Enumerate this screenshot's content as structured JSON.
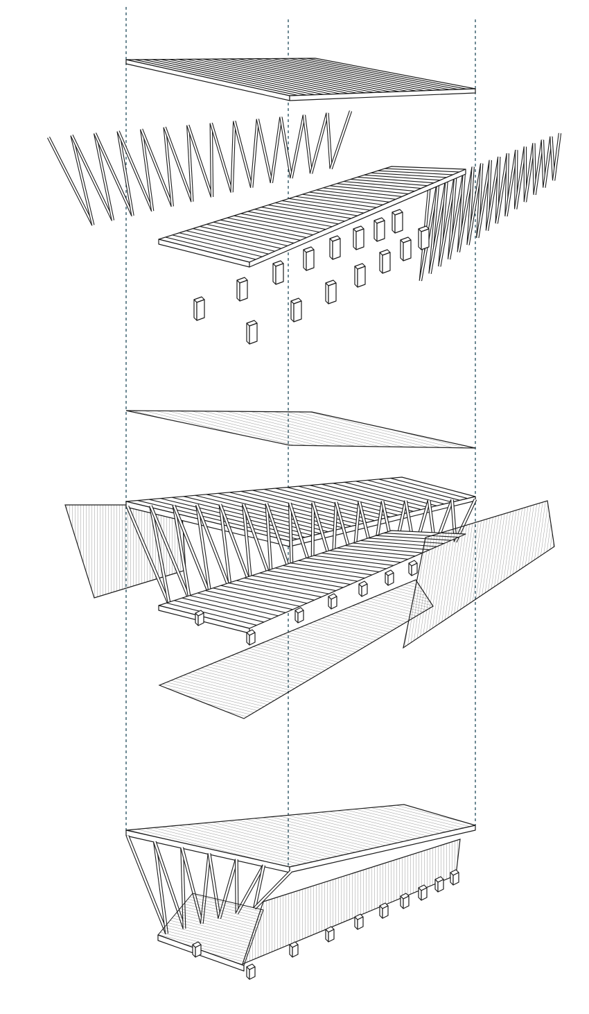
{
  "colors": {
    "line": "#1a1a1a",
    "guide": "#1f4a5a",
    "background": "#ffffff"
  },
  "diagram": {
    "type": "exploded-axonometric",
    "components": [
      "roof-frame",
      "side-truss-frames",
      "floor-frame",
      "foundation-piers",
      "roof-panel",
      "assembled-frame",
      "side-cladding-panels",
      "floor-deck-panel",
      "assembled-pavilion"
    ]
  }
}
